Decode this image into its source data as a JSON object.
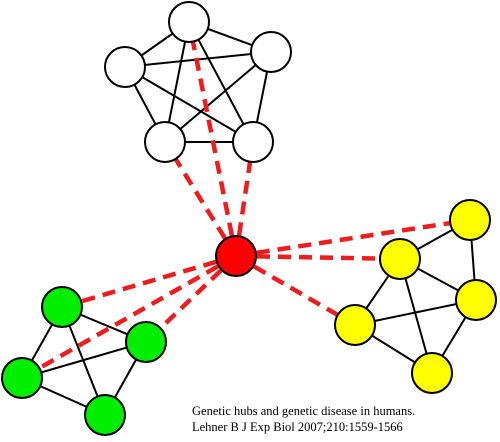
{
  "caption": {
    "line1": "Genetic hubs and genetic disease in humans.",
    "line2": "Lehner B J Exp Biol 2007;210:1559-1566"
  },
  "colors": {
    "hub": "#ff0000",
    "white_cluster": "#ffffff",
    "green_cluster": "#00ee00",
    "yellow_cluster": "#ffff00",
    "node_stroke": "#000000",
    "solid_edge": "#000000",
    "dashed_edge": "#ee1c1c"
  },
  "clusters": [
    {
      "id": "white",
      "color_key": "white_cluster",
      "node_count": 5
    },
    {
      "id": "green",
      "color_key": "green_cluster",
      "node_count": 4
    },
    {
      "id": "yellow",
      "color_key": "yellow_cluster",
      "node_count": 5
    }
  ]
}
